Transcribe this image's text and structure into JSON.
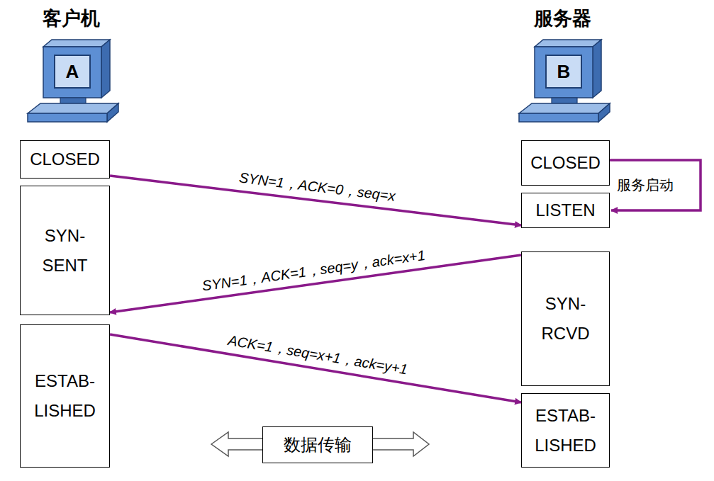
{
  "diagram": {
    "nodes": [
      {
        "text": [
          "客户机",
          "A"
        ]
      },
      {
        "text": [
          "服务器",
          "B"
        ]
      },
      {
        "text": [
          "CLOSED"
        ]
      },
      {
        "text": [
          "CLOSED"
        ]
      },
      {
        "text": [
          "LISTEN"
        ]
      },
      {
        "text": [
          "SYN- SENT"
        ]
      },
      {
        "text": [
          "SYN- RCVD"
        ]
      },
      {
        "text": [
          "ESTAB- LISHED"
        ]
      },
      {
        "text": [
          "ESTAB- LISHED"
        ]
      },
      {
        "text": [
          "数据传输"
        ]
      }
    ],
    "edges": [
      {
        "from": 2,
        "to": 4,
        "label": "SYN=1，ACK=0，seq=x",
        "arrow": "to"
      },
      {
        "from": 6,
        "to": 5,
        "label": "SYN=1，ACK=1，seq=y，ack=x+1",
        "arrow": "to"
      },
      {
        "from": 7,
        "to": 8,
        "label": "ACK=1，seq=x+1，ack=y+1",
        "arrow": "to"
      },
      {
        "from": 3,
        "to": 4,
        "label": "服务启动",
        "arrow": "to"
      }
    ]
  }
}
